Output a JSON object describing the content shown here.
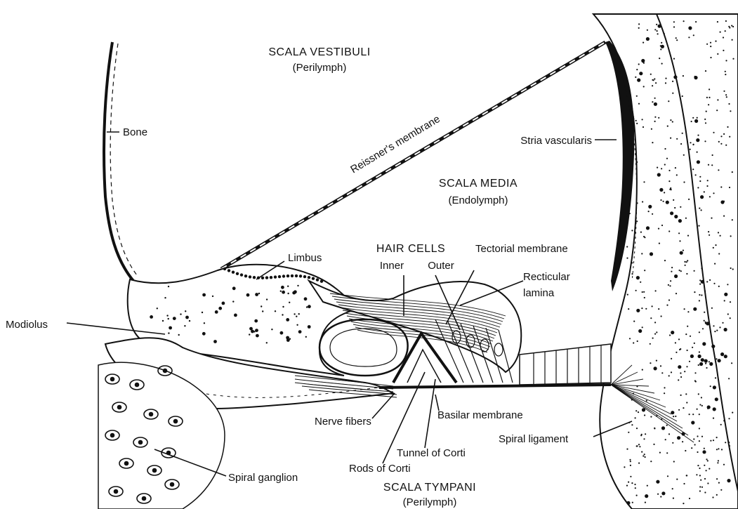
{
  "regions": {
    "scala_vestibuli": "SCALA VESTIBULI",
    "scala_vestibuli_fluid": "(Perilymph)",
    "scala_media": "SCALA MEDIA",
    "scala_media_fluid": "(Endolymph)",
    "scala_tympani": "SCALA TYMPANI",
    "scala_tympani_fluid": "(Perilymph)",
    "hair_cells": "HAIR CELLS",
    "hair_cells_inner": "Inner",
    "hair_cells_outer": "Outer"
  },
  "labels": {
    "bone": "Bone",
    "reissners_membrane": "Reissner's membrane",
    "stria_vascularis": "Stria vascularis",
    "limbus": "Limbus",
    "tectorial_membrane": "Tectorial membrane",
    "recticular_lamina_1": "Recticular",
    "recticular_lamina_2": "lamina",
    "modiolus": "Modiolus",
    "nerve_fibers": "Nerve fibers",
    "basilar_membrane": "Basilar membrane",
    "spiral_ligament": "Spiral ligament",
    "tunnel_of_corti": "Tunnel of Corti",
    "rods_of_corti": "Rods of Corti",
    "spiral_ganglion": "Spiral ganglion"
  }
}
